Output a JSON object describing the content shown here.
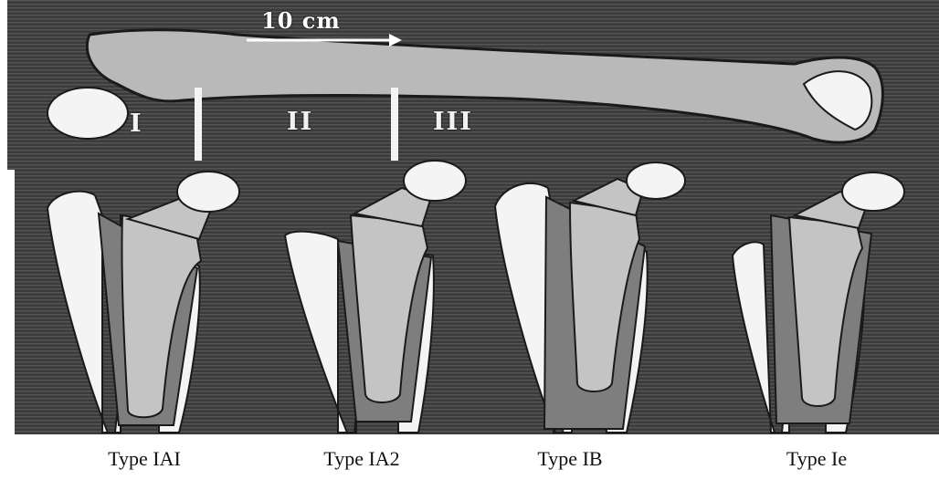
{
  "figure": {
    "scale_label": "10 cm",
    "zones": [
      "I",
      "II",
      "III"
    ],
    "captions": [
      "Type IAI",
      "Type IA2",
      "Type IB",
      "Type Ie"
    ]
  },
  "colors": {
    "background": "#3b3b3b",
    "bone": "#b9b9b9",
    "cortex": "#f4f4f4",
    "implant": "#c4c4c4",
    "cement": "#7e7e7e",
    "outline": "#1a1a1a"
  }
}
